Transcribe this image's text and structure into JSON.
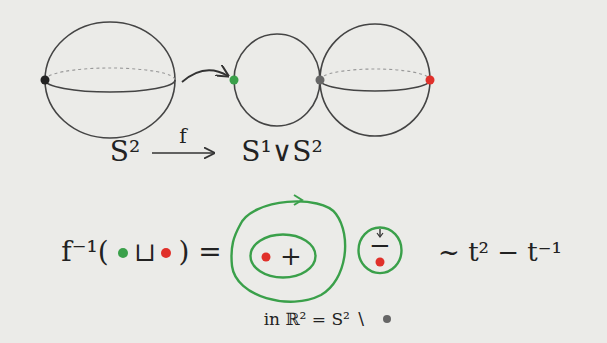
{
  "diagram": {
    "nodes": [
      {
        "text": [
          "+"
        ]
      },
      {
        "text": [
          "−"
        ]
      }
    ],
    "labels": [
      "S²",
      "f",
      "S¹∨S²",
      "f⁻¹(",
      "⊔",
      ")",
      "=",
      "~ t² − t⁻¹",
      "in ℝ² = S² ∖"
    ]
  }
}
